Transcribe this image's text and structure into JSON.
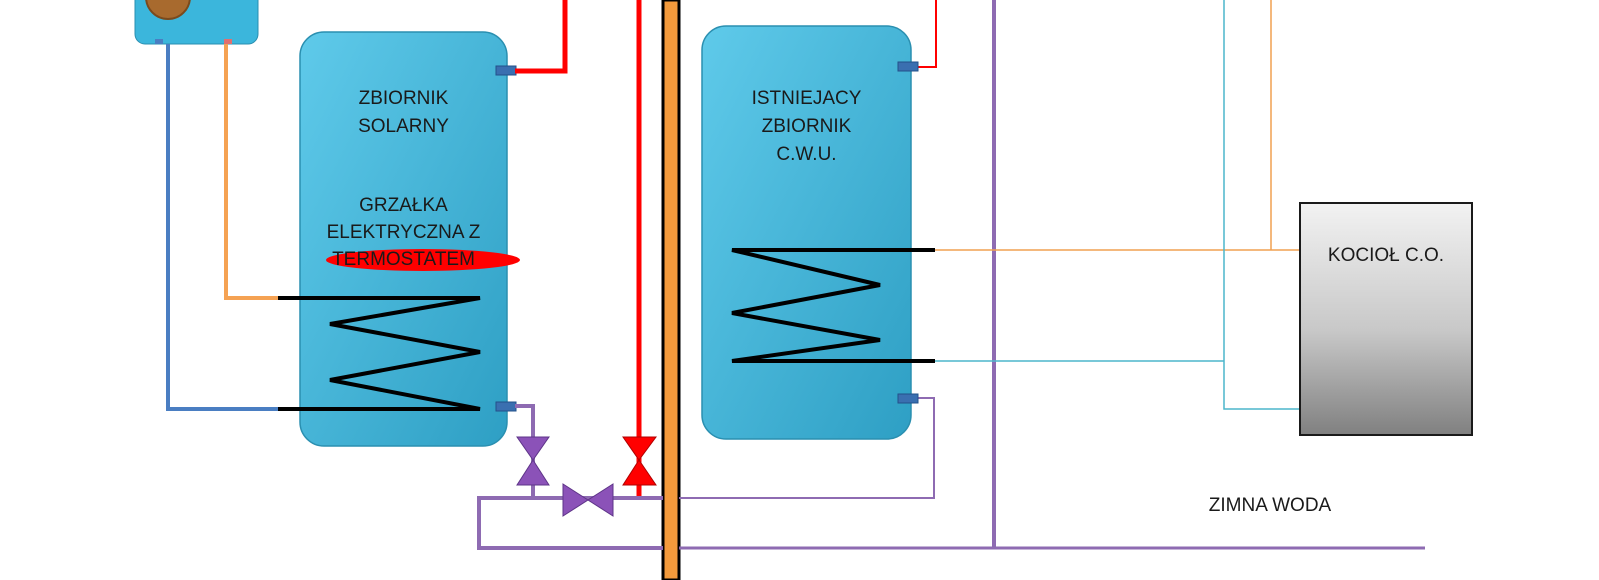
{
  "tanks": {
    "solar": {
      "line1": "ZBIORNIK",
      "line2": "SOLARNY",
      "heater_line1": "GRZAŁKA",
      "heater_line2": "ELEKTRYCZNA Z",
      "heater_line3": "TERMOSTATEM"
    },
    "existing": {
      "line1": "ISTNIEJACY",
      "line2": "ZBIORNIK",
      "line3": "C.W.U."
    }
  },
  "boiler": {
    "label": "KOCIOŁ C.O."
  },
  "cold_water": {
    "label": "ZIMNA WODA"
  },
  "colors": {
    "tank_fill": "#3bb6dc",
    "hot_pipe": "#ff0000",
    "solar_supply": "#f5a253",
    "solar_return": "#4a7ec2",
    "cold_pipe": "#8e6bb2",
    "heating_supply": "#f0a050",
    "heating_return": "#4cb6cc",
    "coil": "#000000",
    "valve_purple": "#8b52b8",
    "valve_red": "#ff0000",
    "divider_orange": "#f39a3c"
  }
}
